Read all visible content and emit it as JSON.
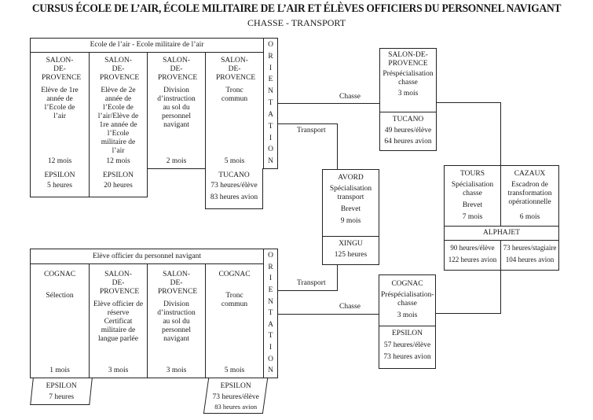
{
  "header": {
    "title": "CURSUS ÉCOLE DE L’AIR, ÉCOLE MILITAIRE DE L’AIR ET ÉLÈVES OFFICIERS DU PERSONNEL NAVIGANT",
    "subtitle": "CHASSE - TRANSPORT"
  },
  "orientation_letters": [
    "O",
    "R",
    "I",
    "E",
    "N",
    "T",
    "A",
    "T",
    "I",
    "O",
    "N"
  ],
  "top_track": {
    "header": "Ecole de l’air - Ecole militaire de l’air",
    "columns": [
      {
        "place": "SALON-DE-PROVENCE",
        "desc": "Elève de 1re année de l’Ecole de l’air",
        "duration": "12 mois"
      },
      {
        "place": "SALON-DE-PROVENCE",
        "desc": "Elève de 2e année de l’Ecole de l’air/Elève de 1re année de l’Ecole militaire de l’air",
        "duration": "12 mois"
      },
      {
        "place": "SALON-DE-PROVENCE",
        "desc": "Division d’instruction au sol du personnel navigant",
        "duration": "2 mois"
      },
      {
        "place": "SALON-DE-PROVENCE",
        "desc": "Tronc commun",
        "duration": "5 mois"
      }
    ],
    "aircraft": [
      {
        "name": "EPSILON",
        "hours": "5 heures"
      },
      {
        "name": "EPSILON",
        "hours": "20 heures"
      },
      {
        "name": "TUCANO",
        "hours": "73 heures/élève",
        "hours2": "83 heures avion"
      }
    ]
  },
  "bottom_track": {
    "header": "Elève officier du personnel navigant",
    "columns": [
      {
        "place": "COGNAC",
        "desc": "Sélection",
        "duration": "1 mois"
      },
      {
        "place": "SALON-DE-PROVENCE",
        "desc": "Elève officier de réserve Certificat militaire de langue parlée",
        "duration": "3 mois"
      },
      {
        "place": "SALON-DE-PROVENCE",
        "desc": "Division d’instruction au sol du personnel navigant",
        "duration": "3 mois"
      },
      {
        "place": "COGNAC",
        "desc": "Tronc commun",
        "duration": "5 mois"
      }
    ],
    "aircraft": [
      {
        "name": "EPSILON",
        "hours": "7 heures"
      },
      {
        "name": "EPSILON",
        "hours": "73 heures/élève",
        "hours2": "83 heures avion"
      }
    ]
  },
  "branches": {
    "chasse": "Chasse",
    "transport": "Transport"
  },
  "stages": {
    "salon_prespe": {
      "place": "SALON-DE-PROVENCE",
      "desc": "Préspécialisation chasse",
      "duration": "3 mois",
      "aircraft": "TUCANO",
      "hours": "49 heures/élève",
      "hours2": "64 heures avion"
    },
    "avord": {
      "place": "AVORD",
      "desc": "Spécialisation transport",
      "extra": "Brevet",
      "duration": "9 mois",
      "aircraft": "XINGU",
      "hours": "125 heures"
    },
    "cognac_prespe": {
      "place": "COGNAC",
      "desc": "Préspécialisation-chasse",
      "duration": "3 mois",
      "aircraft": "EPSILON",
      "hours": "57 heures/élève",
      "hours2": "73 heures avion"
    },
    "tours": {
      "place": "TOURS",
      "desc": "Spécialisation chasse",
      "extra": "Brevet",
      "duration": "7 mois",
      "hours": "90 heures/élève",
      "hours2": "122 heures avion"
    },
    "cazaux": {
      "place": "CAZAUX",
      "desc": "Escadron de transformation opérationnelle",
      "duration": "6 mois",
      "hours": "73 heures/stagiaire",
      "hours2": "104 heures avion"
    },
    "alphajet": "ALPHAJET"
  }
}
